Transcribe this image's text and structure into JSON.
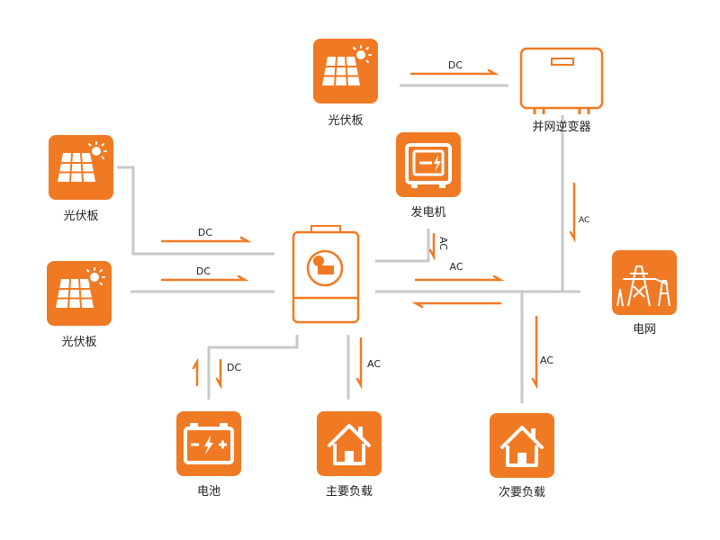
{
  "colors": {
    "accent": "#F07A24",
    "line": "#C9C9C9",
    "text": "#222222",
    "white": "#FFFFFF"
  },
  "nodes": {
    "pv_top": {
      "label": "光伏板",
      "icon": "solar-panel-icon"
    },
    "grid_inverter": {
      "label": "并网逆变器",
      "icon": "grid-inverter-icon"
    },
    "pv_left_1": {
      "label": "光伏板",
      "icon": "solar-panel-icon"
    },
    "pv_left_2": {
      "label": "光伏板",
      "icon": "solar-panel-icon"
    },
    "generator": {
      "label": "发电机",
      "icon": "generator-icon"
    },
    "hybrid_inverter": {
      "label": "",
      "icon": "hybrid-inverter-icon"
    },
    "grid": {
      "label": "电网",
      "icon": "power-tower-icon"
    },
    "battery": {
      "label": "电池",
      "icon": "battery-icon"
    },
    "main_load": {
      "label": "主要负载",
      "icon": "house-icon"
    },
    "secondary_load": {
      "label": "次要负载",
      "icon": "house-icon"
    }
  },
  "flows": {
    "pv_top_to_grid_inverter": "DC",
    "pv_left_1_to_inverter": "DC",
    "pv_left_2_to_inverter": "DC",
    "generator_to_inverter": "AC",
    "inverter_grid_bus": "AC",
    "grid_inverter_to_grid": "AC",
    "inverter_battery": "DC",
    "inverter_to_main_load": "AC",
    "bus_to_secondary_load": "AC"
  }
}
